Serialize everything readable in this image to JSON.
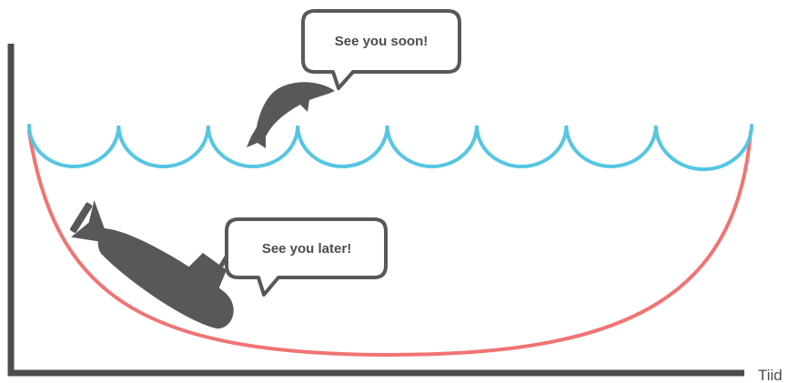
{
  "x_axis": {
    "label": "Tiid"
  },
  "bubbles": {
    "dolphin": "See you soon!",
    "submarine": "See you later!"
  },
  "colors": {
    "axis": "#4d4d50",
    "water": "#55c6e3",
    "curve": "#f07474",
    "silhouette": "#58585b",
    "bubble_border": "#58585b"
  },
  "icons": {
    "dolphin": "dolphin-icon",
    "submarine": "submarine-icon"
  }
}
